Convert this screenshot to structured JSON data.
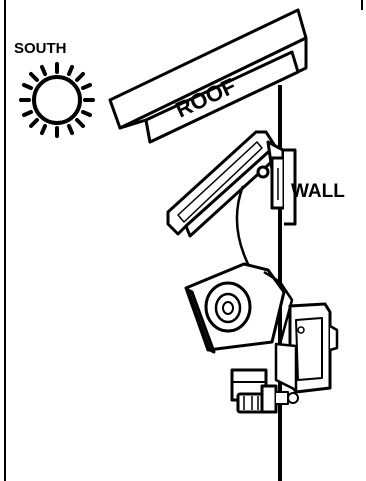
{
  "labels": {
    "south": "SOUTH",
    "roof": "ROOF",
    "wall": "WALL"
  },
  "icons": [
    "sun-icon",
    "solar-panel-icon",
    "floodlight-camera-icon",
    "pir-motion-sensor-icon",
    "wall-bracket-icon"
  ],
  "colors": {
    "ink": "#000000",
    "paper": "#ffffff",
    "shade": "#d9d9d9"
  }
}
